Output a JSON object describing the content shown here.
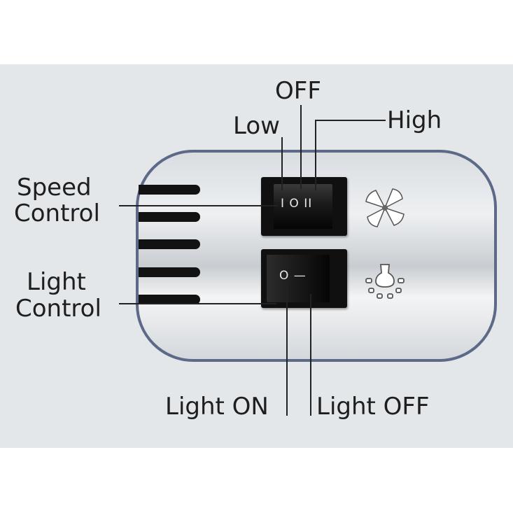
{
  "labels": {
    "off": "OFF",
    "low": "Low",
    "high": "High",
    "speed_control": [
      "Speed",
      "Control"
    ],
    "light_control": [
      "Light",
      "Control"
    ],
    "light_on": "Light ON",
    "light_off": "Light OFF"
  },
  "speed_switch": {
    "glyphs": "I O II"
  },
  "light_switch": {
    "glyphs": "O —"
  },
  "icons": {
    "speed": "fan-icon",
    "light": "lightbulb-icon"
  },
  "colors": {
    "panel_border": "#5c6a87",
    "switch": "#101010",
    "band": "#e3e7ea"
  }
}
